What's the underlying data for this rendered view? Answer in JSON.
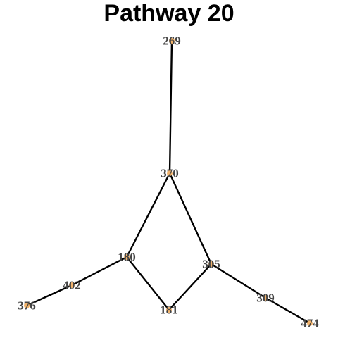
{
  "title": "Pathway 20",
  "colors": {
    "edge": "#000000",
    "node_dot": "#f2b36b",
    "label": "#444444"
  },
  "nodes": [
    {
      "id": "269",
      "label": "269"
    },
    {
      "id": "370",
      "label": "370"
    },
    {
      "id": "180",
      "label": "180"
    },
    {
      "id": "305",
      "label": "305"
    },
    {
      "id": "402",
      "label": "402"
    },
    {
      "id": "376",
      "label": "376"
    },
    {
      "id": "181",
      "label": "181"
    },
    {
      "id": "309",
      "label": "309"
    },
    {
      "id": "474",
      "label": "474"
    }
  ],
  "edges": [
    [
      "269",
      "370"
    ],
    [
      "370",
      "180"
    ],
    [
      "370",
      "305"
    ],
    [
      "180",
      "181"
    ],
    [
      "305",
      "181"
    ],
    [
      "180",
      "402"
    ],
    [
      "402",
      "376"
    ],
    [
      "305",
      "309"
    ],
    [
      "309",
      "474"
    ]
  ]
}
